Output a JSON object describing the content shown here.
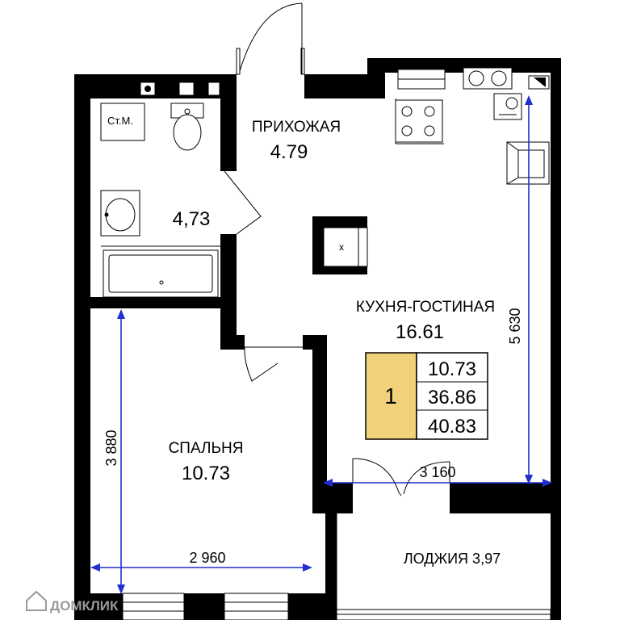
{
  "rooms": {
    "hallway": {
      "name": "ПРИХОЖАЯ",
      "area": "4.79"
    },
    "bathroom": {
      "area": "4,73",
      "washer_label": "Ст.М."
    },
    "kitchen_living": {
      "name": "КУХНЯ-ГОСТИНАЯ",
      "area": "16.61"
    },
    "bedroom": {
      "name": "СПАЛЬНЯ",
      "area": "10.73"
    },
    "loggia": {
      "label": "ЛОДЖИЯ 3,97"
    }
  },
  "summary": {
    "rooms_count": "1",
    "living_area": "10.73",
    "total_area": "36.86",
    "total_with_loggia": "40.83",
    "badge_color": "#f1d27b"
  },
  "dimensions": {
    "kitchen_height": "5 630",
    "kitchen_width": "3 160",
    "bedroom_height": "3 880",
    "bedroom_width": "2 960",
    "color": "#1f2fd0"
  },
  "vent_mark": "x",
  "watermark": "ДОМКЛИК"
}
